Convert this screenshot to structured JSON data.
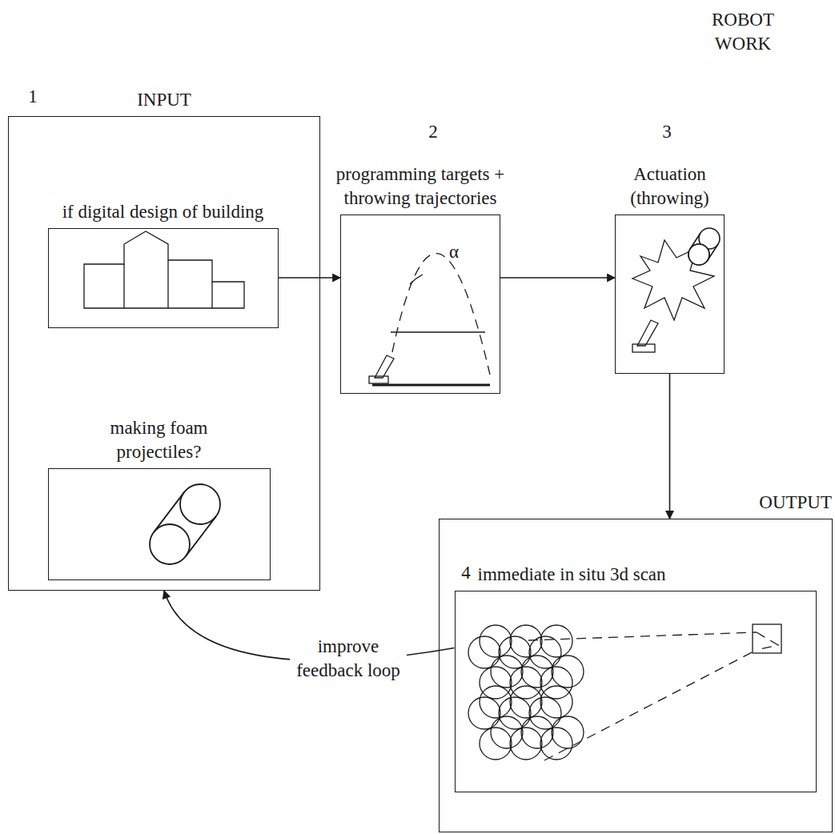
{
  "diagram": {
    "nodes": [
      {
        "text": [
          "INPUT"
        ]
      },
      {
        "text": [
          "if digital design of building"
        ],
        "in": 0
      },
      {
        "text": [
          "making foam projectiles?"
        ],
        "in": 0
      },
      {
        "text": [
          "programming targets + throwing trajectories"
        ]
      },
      {
        "text": [
          "Actuation (throwing)"
        ]
      },
      {
        "text": [
          "OUTPUT"
        ]
      },
      {
        "text": [
          "immediate in situ 3d scan"
        ],
        "in": 5
      }
    ],
    "edges": [
      {
        "from": 1,
        "to": 3,
        "arrow": "to"
      },
      {
        "from": 3,
        "to": 4,
        "arrow": "to"
      },
      {
        "from": 4,
        "to": 5,
        "arrow": "to"
      },
      {
        "from": 6,
        "to": 0,
        "label": "improve feedback loop",
        "arrow": "to"
      }
    ],
    "labels": [
      "ROBOT WORK",
      "1",
      "2",
      "3",
      "4",
      "α"
    ]
  }
}
